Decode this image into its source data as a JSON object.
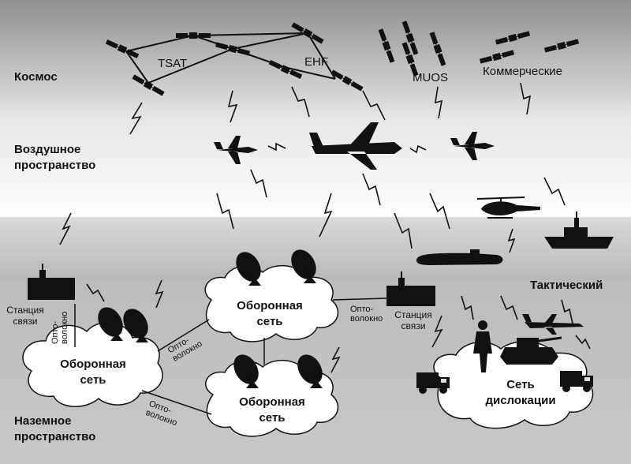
{
  "layers": {
    "space": "Космос",
    "air": "Воздушное\nпространство",
    "ground": "Наземное\nпространство",
    "tactical": "Тактический"
  },
  "satellites": {
    "tsat": "TSAT",
    "ehf": "EHF",
    "muos": "MUOS",
    "commercial": "Коммерческие"
  },
  "networks": {
    "defense_left": "Оборонная\nсеть",
    "defense_center_top": "Оборонная\nсеть",
    "defense_center_bottom": "Оборонная\nсеть",
    "deployment": "Сеть\nдислокации"
  },
  "stations": {
    "left": "Станция\nсвязи",
    "right": "Станция\nсвязи"
  },
  "fiber": {
    "vertical_left": "Опто-\nволокно",
    "left_to_center": "Опто-\nволокно",
    "left_to_bottom": "Опто-\nволокно",
    "center_to_station": "Опто-\nволокно"
  },
  "colors": {
    "sky_top": "#8a8a8a",
    "sky_mid": "#ffffff",
    "horizon_band": "#c8c8c8",
    "ground": "#bdbdbd",
    "silhouette": "#111111",
    "cloud": "#ffffff"
  }
}
